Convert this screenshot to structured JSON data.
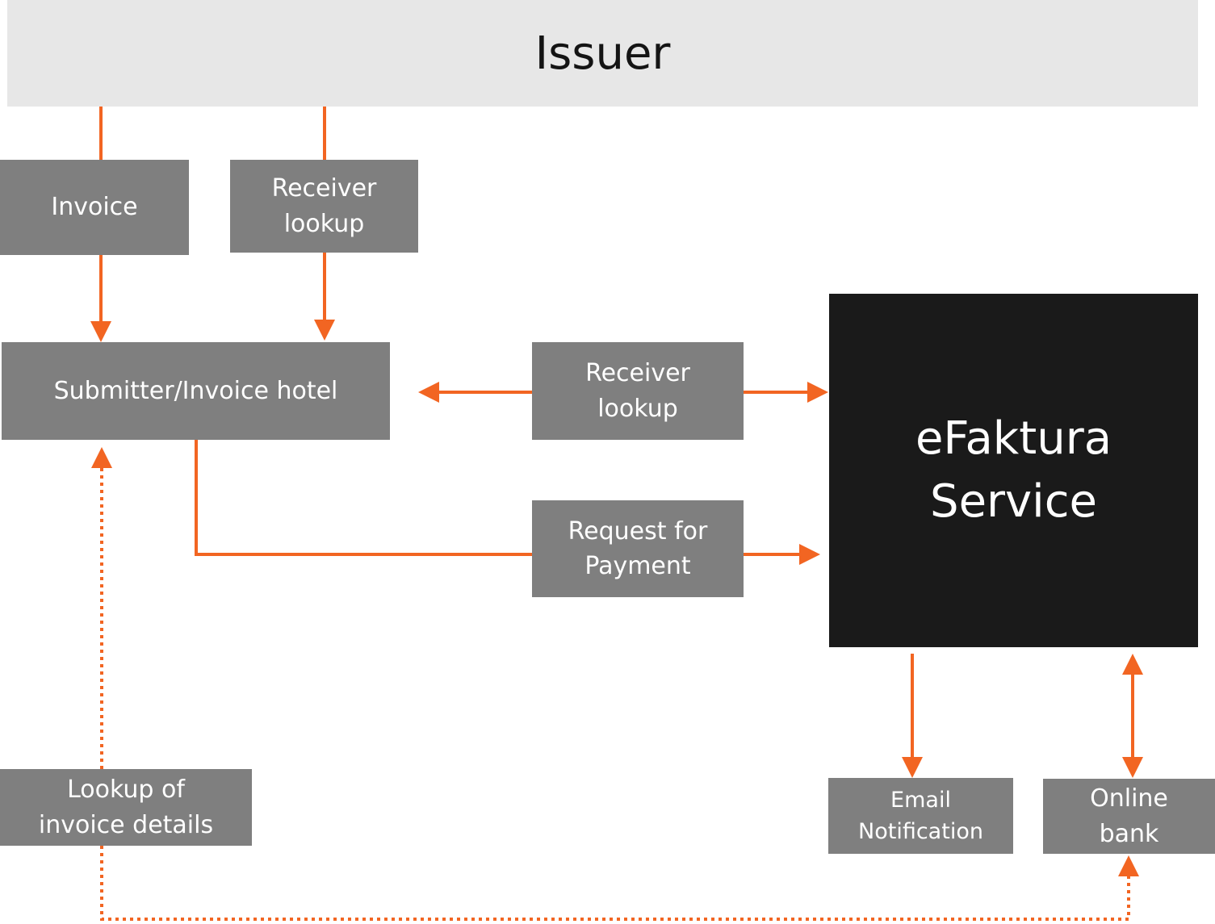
{
  "diagram": {
    "issuer": "Issuer",
    "invoice": "Invoice",
    "receiver_lookup_top": "Receiver\nlookup",
    "submitter": "Submitter/Invoice hotel",
    "receiver_lookup_mid": "Receiver\nlookup",
    "request_for_payment": "Request for\nPayment",
    "efaktura_service": "eFaktura\nService",
    "lookup_invoice_details": "Lookup of\ninvoice details",
    "email_notification": "Email\nNotification",
    "online_bank": "Online\nbank"
  },
  "colors": {
    "arrow": "#f26522",
    "box_grey": "#7f7f7f",
    "issuer_bg": "#e7e7e7",
    "service_bg": "#1a1a1a"
  }
}
